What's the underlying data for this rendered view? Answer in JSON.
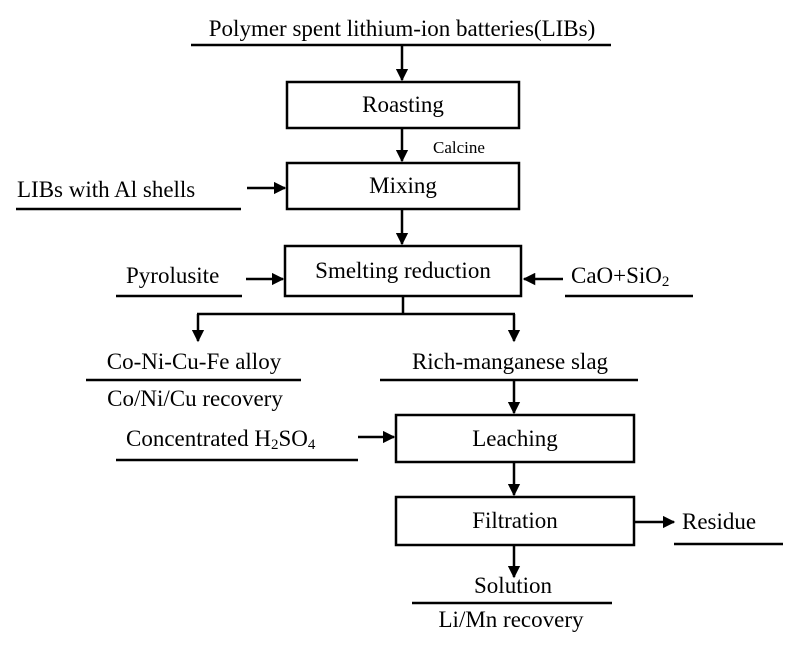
{
  "diagram": {
    "top_input": "Polymer spent lithium-ion batteries(LIBs)",
    "boxes": {
      "roasting": "Roasting",
      "mixing": "Mixing",
      "smelting": "Smelting reduction",
      "leaching": "Leaching",
      "filtration": "Filtration"
    },
    "labels": {
      "calcine": "Calcine",
      "al_shells": "LIBs with Al shells",
      "pyrolusite": "Pyrolusite",
      "cao": "CaO+SiO",
      "cao_sub": "2",
      "alloy": "Co-Ni-Cu-Fe alloy",
      "alloy_recovery": "Co/Ni/Cu recovery",
      "slag": "Rich-manganese slag",
      "acid_prefix": "Concentrated H",
      "acid_sub1": "2",
      "acid_mid": "SO",
      "acid_sub2": "4",
      "residue": "Residue",
      "solution": "Solution",
      "solution_recovery": "Li/Mn recovery"
    }
  }
}
